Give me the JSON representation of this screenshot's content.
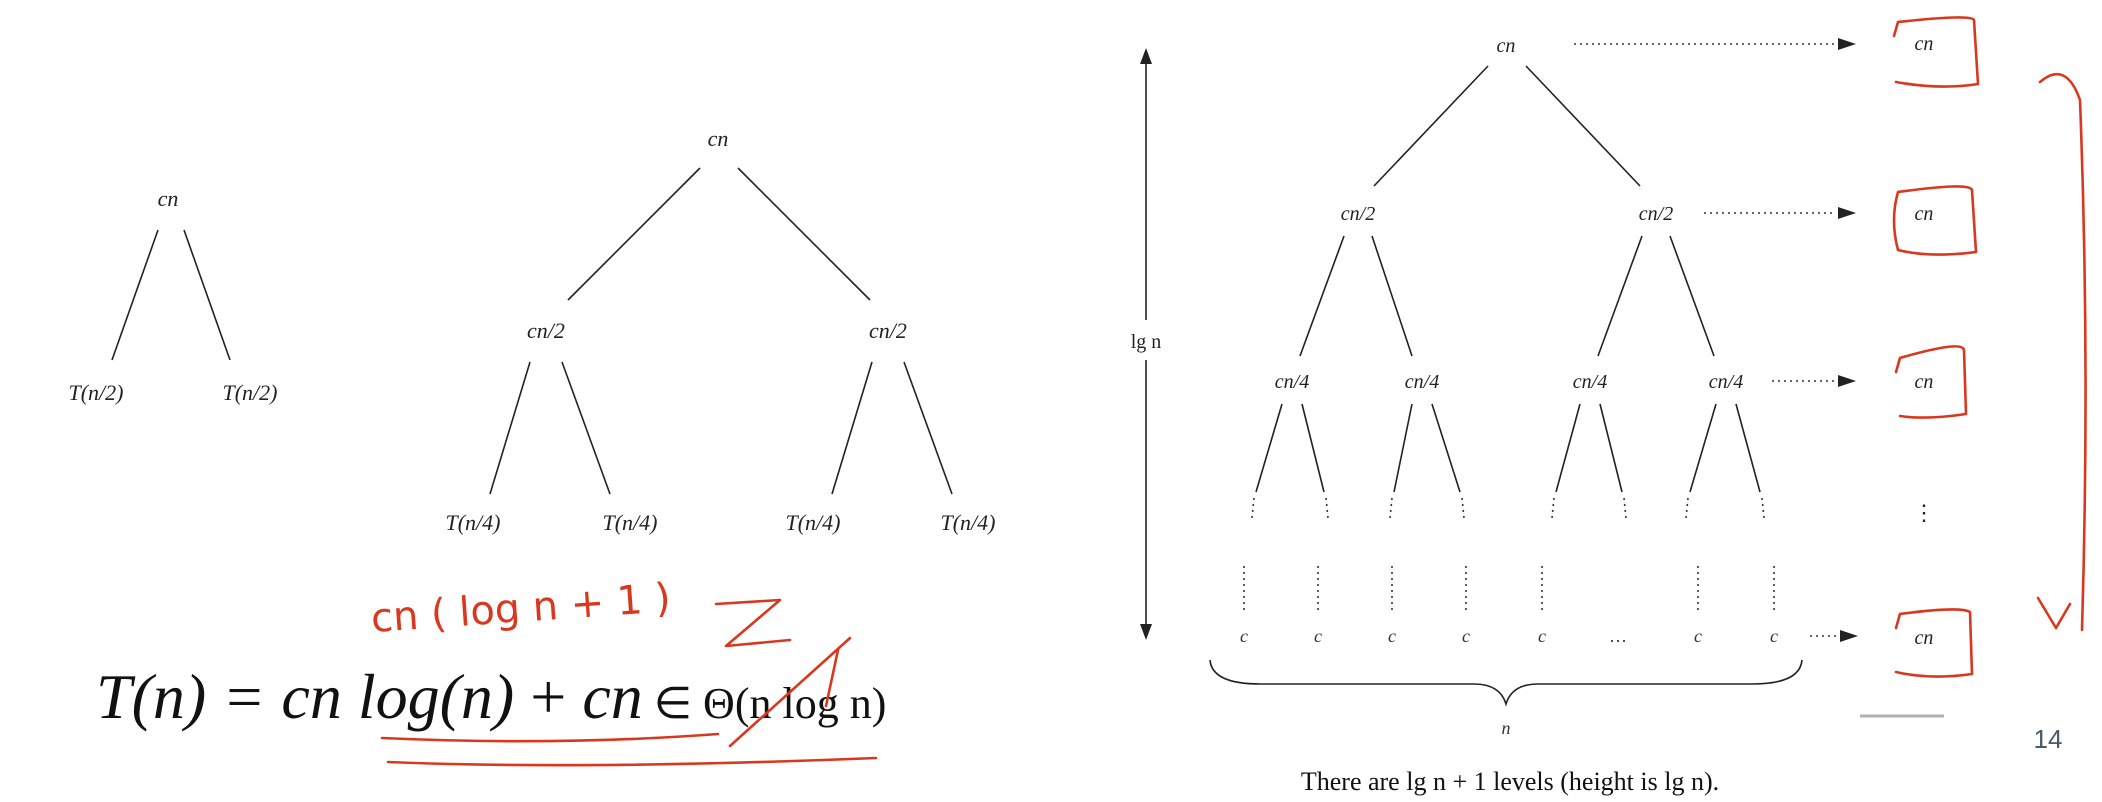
{
  "tree_small": {
    "root": "cn",
    "children": [
      "T(n/2)",
      "T(n/2)"
    ]
  },
  "tree_medium": {
    "root": "cn",
    "level1": [
      "cn/2",
      "cn/2"
    ],
    "leaves": [
      "T(n/4)",
      "T(n/4)",
      "T(n/4)",
      "T(n/4)"
    ]
  },
  "tree_full": {
    "root": "cn",
    "level1": [
      "cn/2",
      "cn/2"
    ],
    "level2": [
      "cn/4",
      "cn/4",
      "cn/4",
      "cn/4"
    ],
    "leaves": [
      "c",
      "c",
      "c",
      "c",
      "c",
      "…",
      "c",
      "c"
    ],
    "height_label": "lg n",
    "width_label": "n",
    "level_sums": [
      "cn",
      "cn",
      "cn",
      "⋮",
      "cn"
    ],
    "caption": "There are lg n + 1 levels (height is lg n)."
  },
  "formula": {
    "lhs": "T(n) = ",
    "term1": "cn log(n)",
    "plus": " + ",
    "term2": "cn",
    "member": " ∈ Θ(n log n)"
  },
  "annotation": {
    "handwritten": "cn ( log n + 1 )"
  },
  "slide": {
    "page_number": "14"
  },
  "colors": {
    "ink": "#222222",
    "annotation": "#d9381e",
    "page_number": "#4a5a66"
  }
}
